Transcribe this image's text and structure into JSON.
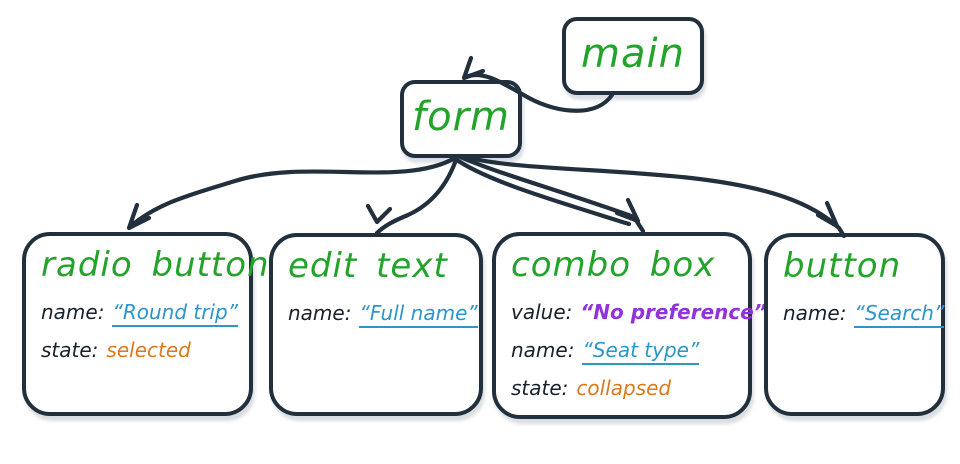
{
  "nodes": {
    "main": "main",
    "form": "form"
  },
  "cards": [
    {
      "title": "radio button",
      "rows": [
        {
          "label": "name:",
          "value": "“Round trip”"
        },
        {
          "label": "state:",
          "value": "selected"
        }
      ]
    },
    {
      "title": "edit text",
      "rows": [
        {
          "label": "name:",
          "value": "“Full name”"
        }
      ]
    },
    {
      "title": "combo box",
      "rows": [
        {
          "label": "value:",
          "value": "“No preference”"
        },
        {
          "label": "name:",
          "value": "“Seat type”"
        },
        {
          "label": "state:",
          "value": "collapsed"
        }
      ]
    },
    {
      "title": "button",
      "rows": [
        {
          "label": "name:",
          "value": "“Search”"
        }
      ]
    }
  ],
  "colors": {
    "green": "#23a32a",
    "blue": "#2b96c8",
    "purple": "#9232dd",
    "orange": "#d9791c",
    "ink": "#22303e",
    "label": "#18222d"
  }
}
